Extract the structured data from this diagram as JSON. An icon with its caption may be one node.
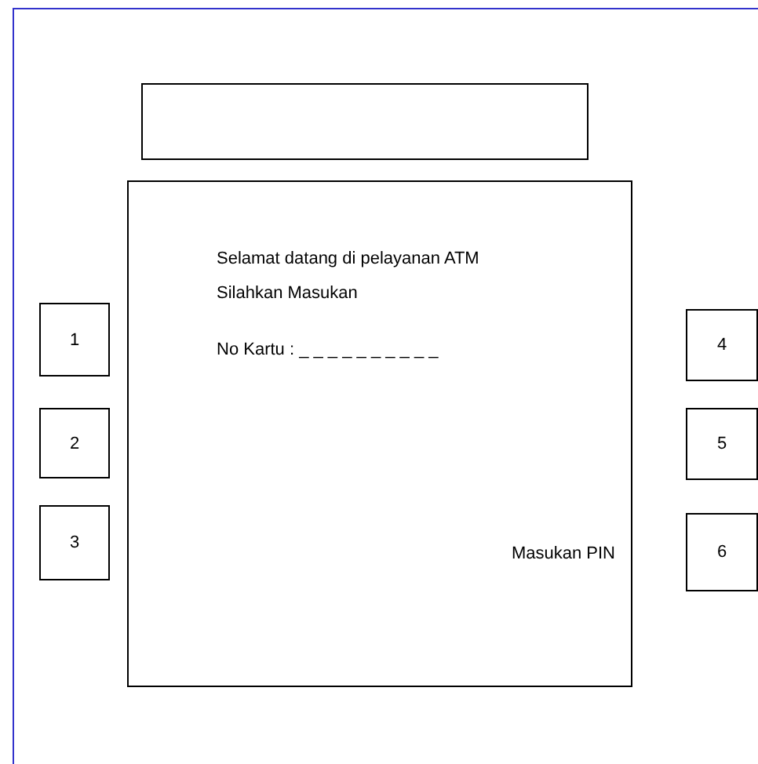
{
  "diagram": {
    "nodes": [
      {
        "text": [],
        "shape": "box"
      },
      {
        "text": [
          "Selamat datang di pelayanan ATM",
          "Silahkan Masukan",
          "No Kartu : _ _ _ _ _ _ _ _ _ _",
          "Masukan PIN"
        ]
      },
      {
        "text": [
          "1"
        ]
      },
      {
        "text": [
          "2"
        ]
      },
      {
        "text": [
          "3"
        ]
      },
      {
        "text": [
          "4"
        ]
      },
      {
        "text": [
          "5"
        ]
      },
      {
        "text": [
          "6"
        ]
      }
    ]
  }
}
